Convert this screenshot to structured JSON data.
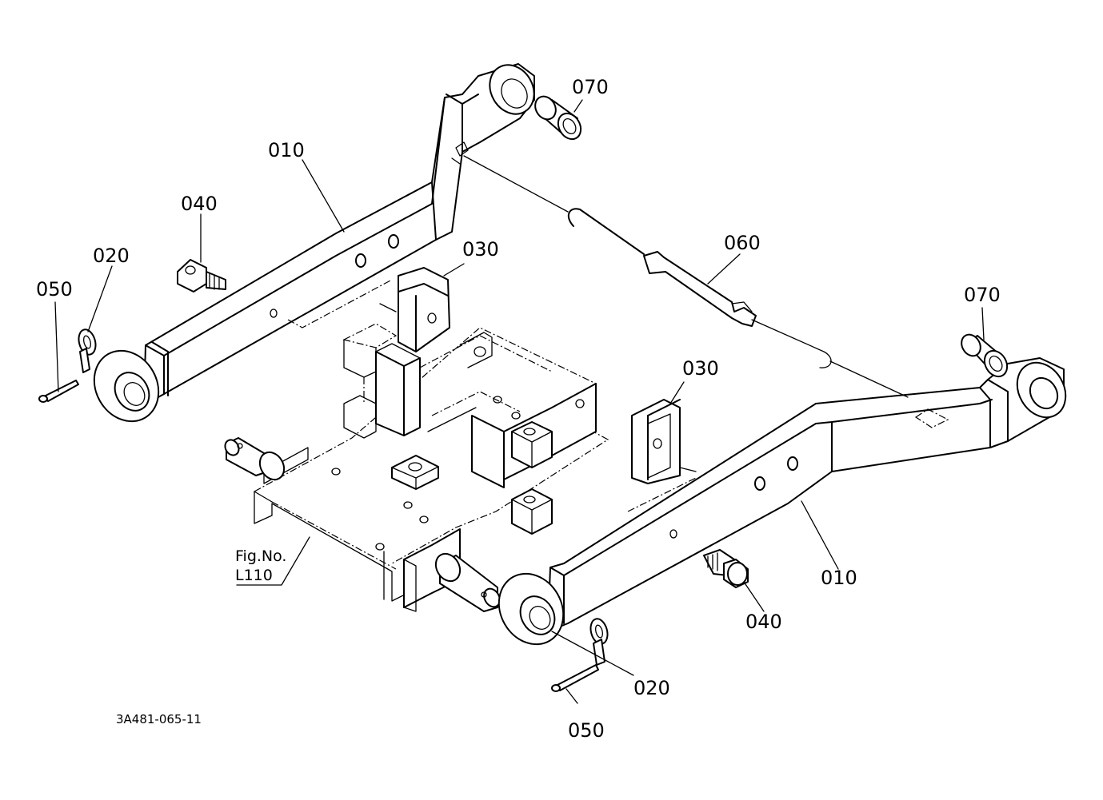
{
  "callouts": {
    "p010_upper": "010",
    "p010_lower": "010",
    "p020_left": "020",
    "p020_right": "020",
    "p030_left": "030",
    "p030_right": "030",
    "p040_left": "040",
    "p040_right": "040",
    "p050_left": "050",
    "p050_right": "050",
    "p060": "060",
    "p070_upper": "070",
    "p070_right": "070"
  },
  "figure_ref": {
    "line1": "Fig.No.",
    "line2": "L110"
  },
  "drawing_code": "3A481-065-11"
}
